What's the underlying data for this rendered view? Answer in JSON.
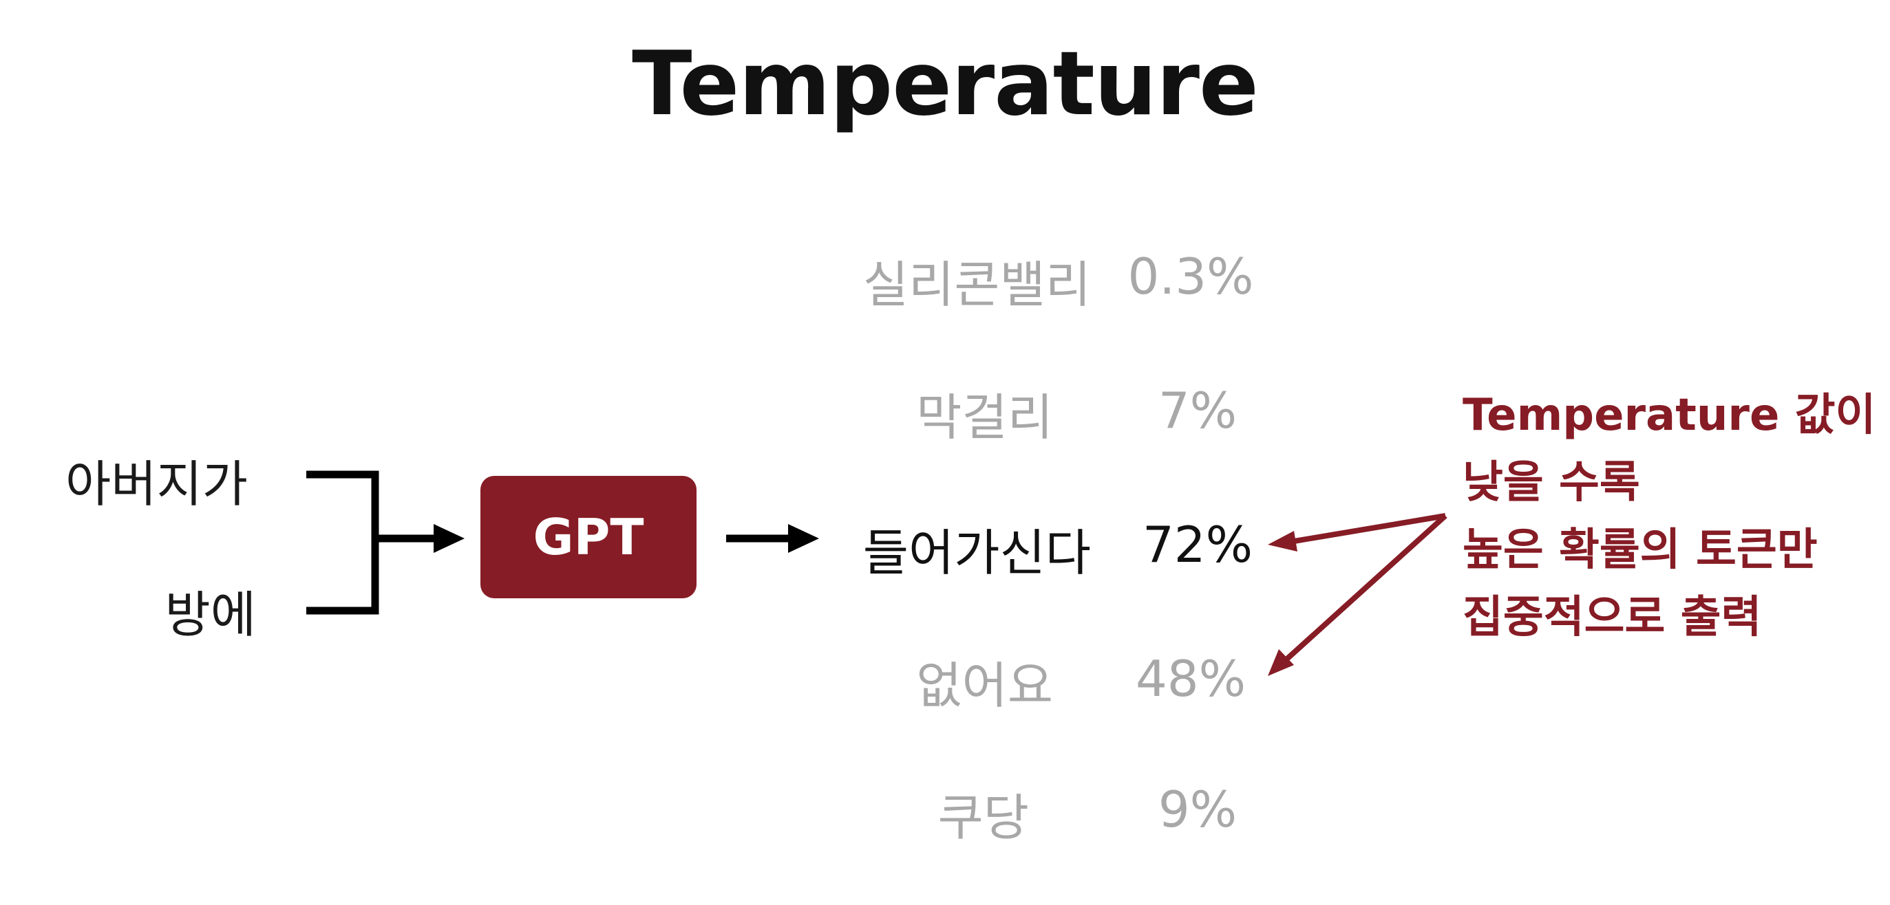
{
  "title": "Temperature",
  "inputs": [
    "아버지가",
    "방에"
  ],
  "model_label": "GPT",
  "candidates": [
    {
      "token": "실리콘밸리",
      "prob": "0.3%",
      "highlight": false
    },
    {
      "token": "막걸리",
      "prob": "7%",
      "highlight": false
    },
    {
      "token": "들어가신다",
      "prob": "72%",
      "highlight": true
    },
    {
      "token": "없어요",
      "prob": "48%",
      "highlight": false
    },
    {
      "token": "쿠당",
      "prob": "9%",
      "highlight": false
    }
  ],
  "note": [
    "Temperature 값이",
    "낮을 수록",
    "높은 확률의 토큰만",
    "집중적으로 출력"
  ],
  "colors": {
    "accent": "#861c25",
    "dim_text": "#a8a8a8",
    "text": "#111111",
    "arrow": "#000000"
  }
}
